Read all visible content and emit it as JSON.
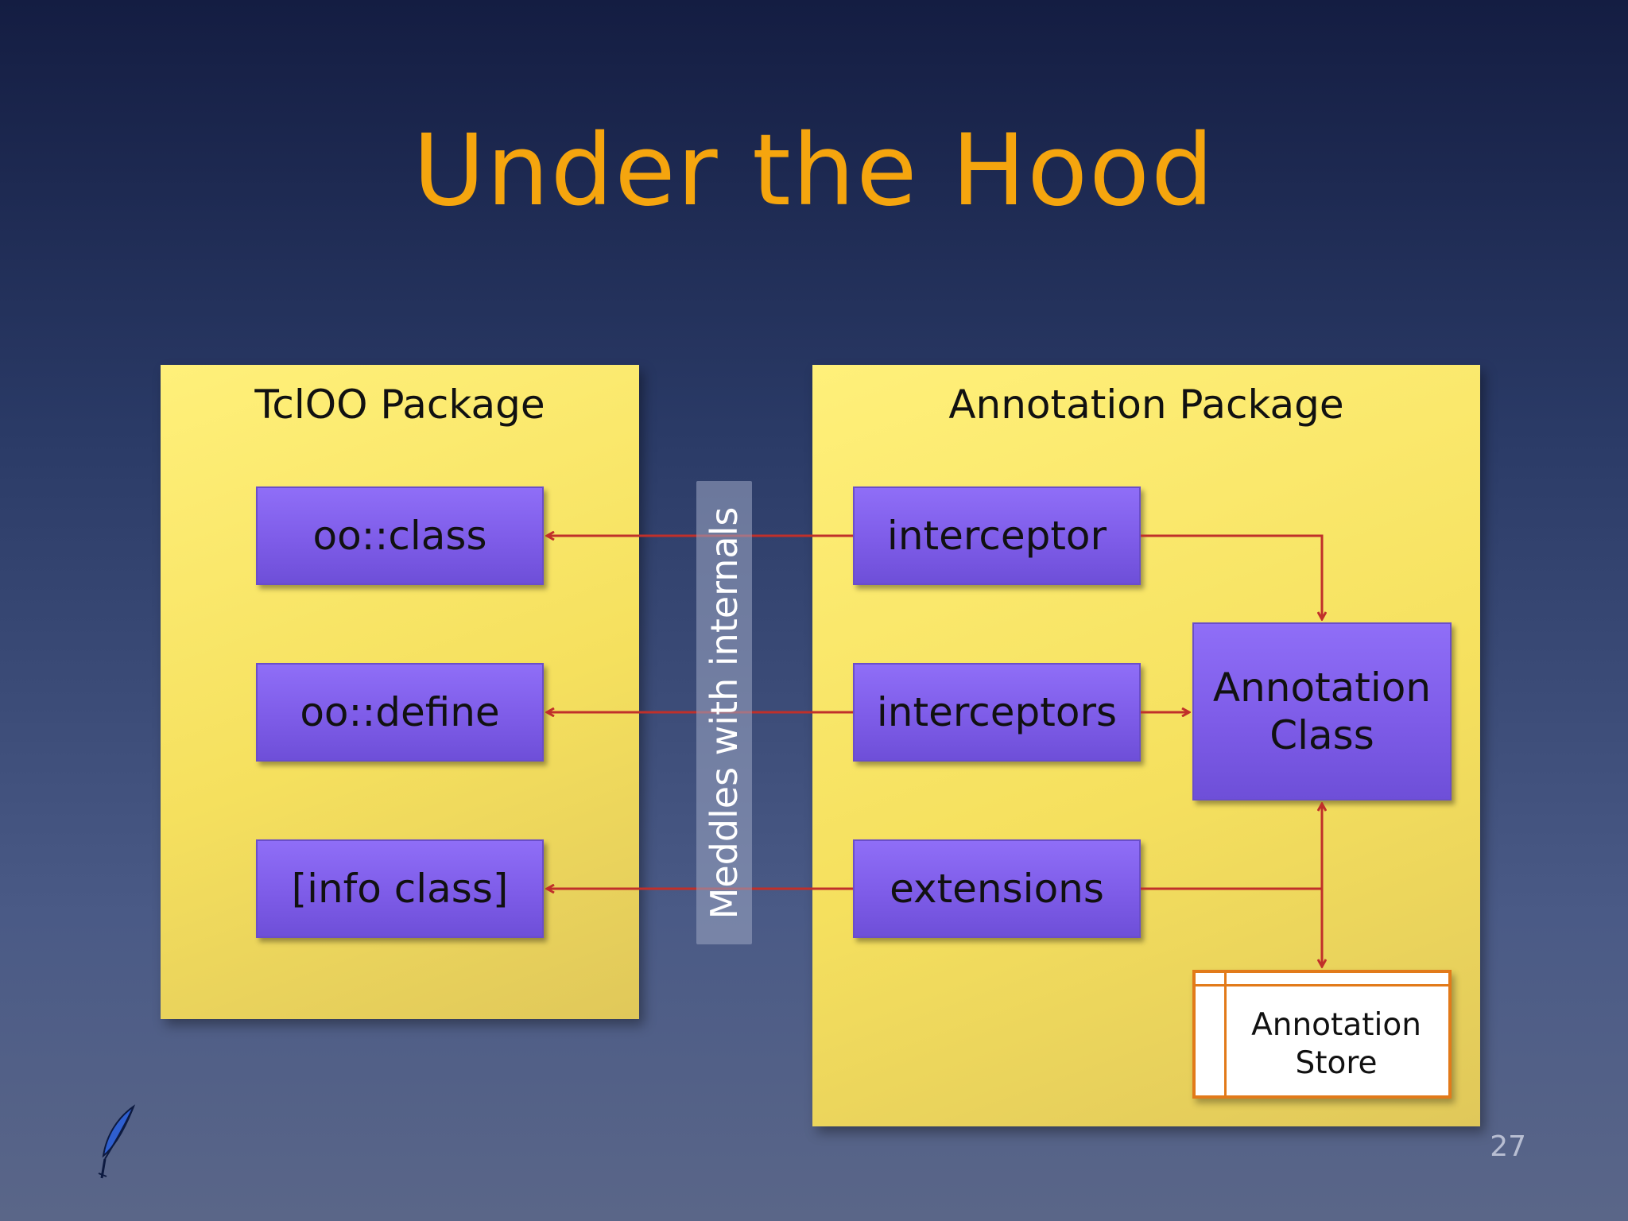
{
  "slide": {
    "title": "Under the Hood",
    "page_number": "27"
  },
  "packages": {
    "tcloo": {
      "title": "TclOO Package",
      "items": [
        "oo::class",
        "oo::define",
        "[info class]"
      ]
    },
    "annotation": {
      "title": "Annotation Package",
      "items": [
        "interceptor",
        "interceptors",
        "extensions"
      ],
      "class_label": [
        "Annotation",
        "Class"
      ],
      "store_label": [
        "Annotation",
        "Store"
      ]
    }
  },
  "overlay": {
    "label": "Meddles with internals"
  },
  "colors": {
    "title": "#f5a50e",
    "package_fill": "#f5e05e",
    "box_fill": "#7e5ce8",
    "arrow": "#c0302a",
    "store_border": "#e27a1a"
  },
  "icons": {
    "logo": "feather-icon"
  }
}
